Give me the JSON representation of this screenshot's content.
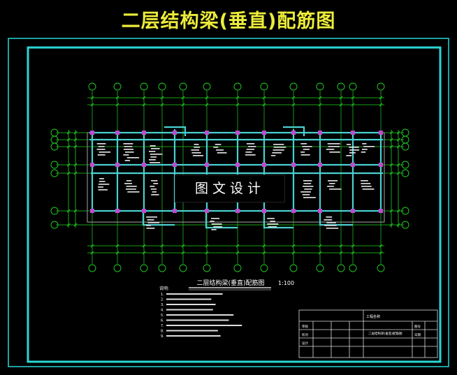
{
  "header": {
    "title": "二层结构梁(垂直)配筋图"
  },
  "drawing": {
    "sub_title": "二层结构梁(垂直)配筋图",
    "scale": "1:100",
    "notes_heading": "说明:",
    "notes": [
      "1.",
      "2.",
      "3.",
      "4.",
      "5.",
      "6.",
      "7.",
      "8.",
      "9."
    ]
  },
  "watermark": {
    "text": "图文设计"
  },
  "title_block": {
    "project_label": "工程名称",
    "drawing_name": "二层结构梁(垂直)配筋图",
    "row_labels": [
      "审核",
      "校对",
      "设计"
    ],
    "right_labels": [
      "图号",
      "日期"
    ]
  },
  "colors": {
    "frame": "#2ad6d6",
    "grid": "#22d422",
    "beam": "#4ad0d0",
    "column": "#c04ad0",
    "title": "#ecec3a"
  }
}
